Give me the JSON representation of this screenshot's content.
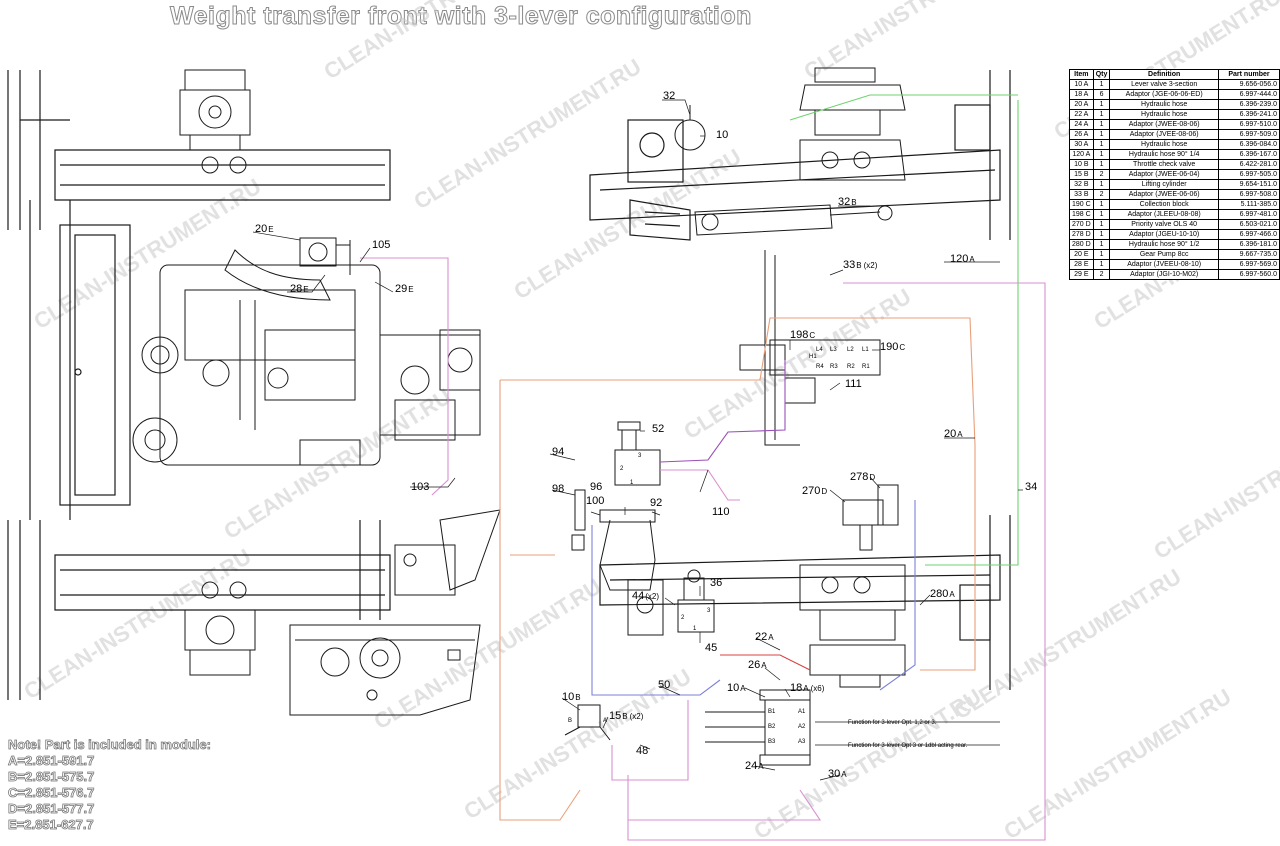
{
  "title": "Weight transfer front with 3-lever configuration",
  "watermark": "CLEAN-INSTRUMENT.RU",
  "table": {
    "headers": [
      "Item",
      "Qty",
      "Definition",
      "Part number"
    ],
    "rows": [
      [
        "10 A",
        "1",
        "Lever valve 3-section",
        "9.656-056.0"
      ],
      [
        "18 A",
        "6",
        "Adaptor (JGE-06-06-ED)",
        "6.997-444.0"
      ],
      [
        "20 A",
        "1",
        "Hydraulic hose",
        "6.396-239.0"
      ],
      [
        "22 A",
        "1",
        "Hydraulic hose",
        "6.396-241.0"
      ],
      [
        "24 A",
        "1",
        "Adaptor (JWEE-08-06)",
        "6.997-510.0"
      ],
      [
        "26 A",
        "1",
        "Adaptor (JVEE-08-06)",
        "6.997-509.0"
      ],
      [
        "30 A",
        "1",
        "Hydraulic hose",
        "6.396-084.0"
      ],
      [
        "120 A",
        "1",
        "Hydraulic hose 90° 1/4",
        "6.396-167.0"
      ],
      [
        "10 B",
        "1",
        "Throttle check valve",
        "6.422-281.0"
      ],
      [
        "15 B",
        "2",
        "Adaptor (JWEE-06-04)",
        "6.997-505.0"
      ],
      [
        "32 B",
        "1",
        "Lifting cylinder",
        "9.654-151.0"
      ],
      [
        "33 B",
        "2",
        "Adaptor (JWEE-06-06)",
        "6.997-508.0"
      ],
      [
        "190 C",
        "1",
        "Collection block",
        "5.111-385.0"
      ],
      [
        "198 C",
        "1",
        "Adaptor (JLEEU-08-08)",
        "6.997-481.0"
      ],
      [
        "270 D",
        "1",
        "Priority valve OLS 40",
        "6.503-021.0"
      ],
      [
        "278 D",
        "1",
        "Adaptor (JGEU-10-10)",
        "6.997-466.0"
      ],
      [
        "280 D",
        "1",
        "Hydraulic hose 90° 1/2",
        "6.396-181.0"
      ],
      [
        "20 E",
        "1",
        "Gear Pump 8cc",
        "9.667-735.0"
      ],
      [
        "28 E",
        "1",
        "Adaptor (JVEEU-08-10)",
        "6.997-569.0"
      ],
      [
        "29 E",
        "2",
        "Adaptor (JGI-10-M02)",
        "6.997-560.0"
      ]
    ]
  },
  "notes": {
    "heading": "Note! Part is included in module:",
    "items": [
      "A=2.851-591.7",
      "B=2.851-575.7",
      "C=2.851-576.7",
      "D=2.851-577.7",
      "E=2.851-627.7"
    ]
  },
  "callouts": {
    "c20E": {
      "num": "20",
      "suffix": "E"
    },
    "c105": {
      "num": "105",
      "suffix": ""
    },
    "c28E": {
      "num": "28",
      "suffix": "E"
    },
    "c29E": {
      "num": "29",
      "suffix": "E"
    },
    "c103": {
      "num": "103",
      "suffix": ""
    },
    "c32": {
      "num": "32",
      "suffix": ""
    },
    "c10": {
      "num": "10",
      "suffix": ""
    },
    "c32B": {
      "num": "32",
      "suffix": "B"
    },
    "c33B": {
      "num": "33",
      "suffix": "B",
      "extra": "(x2)"
    },
    "c120A": {
      "num": "120",
      "suffix": "A"
    },
    "c198C": {
      "num": "198",
      "suffix": "C"
    },
    "c190C": {
      "num": "190",
      "suffix": "C"
    },
    "c111": {
      "num": "111",
      "suffix": ""
    },
    "c52": {
      "num": "52",
      "suffix": ""
    },
    "c94": {
      "num": "94",
      "suffix": ""
    },
    "c98": {
      "num": "98",
      "suffix": ""
    },
    "c96": {
      "num": "96",
      "suffix": ""
    },
    "c100": {
      "num": "100",
      "suffix": ""
    },
    "c92": {
      "num": "92",
      "suffix": ""
    },
    "c110": {
      "num": "110",
      "suffix": ""
    },
    "c20A": {
      "num": "20",
      "suffix": "A"
    },
    "c34": {
      "num": "34",
      "suffix": ""
    },
    "c270D": {
      "num": "270",
      "suffix": "D"
    },
    "c278D": {
      "num": "278",
      "suffix": "D"
    },
    "c36": {
      "num": "36",
      "suffix": ""
    },
    "c44": {
      "num": "44",
      "suffix": "",
      "extra": "(x2)"
    },
    "c45": {
      "num": "45",
      "suffix": ""
    },
    "c280A": {
      "num": "280",
      "suffix": "A"
    },
    "c22A": {
      "num": "22",
      "suffix": "A"
    },
    "c26A": {
      "num": "26",
      "suffix": "A"
    },
    "c10A": {
      "num": "10",
      "suffix": "A"
    },
    "c18A": {
      "num": "18",
      "suffix": "A",
      "extra": "(x6)"
    },
    "c50": {
      "num": "50",
      "suffix": ""
    },
    "c10B": {
      "num": "10",
      "suffix": "B"
    },
    "c15B": {
      "num": "15",
      "suffix": "B",
      "extra": "(x2)"
    },
    "c48": {
      "num": "48",
      "suffix": ""
    },
    "c24A": {
      "num": "24",
      "suffix": "A"
    },
    "c30A": {
      "num": "30",
      "suffix": "A"
    }
  },
  "port_labels": {
    "block": [
      "L4",
      "L3",
      "L2",
      "L1",
      "H1",
      "R4",
      "R3",
      "R2",
      "R1"
    ],
    "valve52": [
      "2",
      "1",
      "3"
    ],
    "valve36": [
      "2",
      "1",
      "3"
    ],
    "valve10A": [
      "B1",
      "A1",
      "B2",
      "A2",
      "B3",
      "A3"
    ],
    "valve10B": [
      "B",
      "A"
    ]
  },
  "function_notes": [
    "Function for 3-lever Opt. 1,2 or 3.",
    "Function for 3-lever Opt 3 or 1dbl acting rear."
  ],
  "colors": {
    "hose_pink": "#d98fcf",
    "hose_green": "#6fd36f",
    "hose_blue": "#7c82d8",
    "hose_orange": "#e8a07a",
    "hose_purple": "#9a4fb8",
    "hose_red": "#d94040",
    "drawing": "#1a1a1a"
  }
}
